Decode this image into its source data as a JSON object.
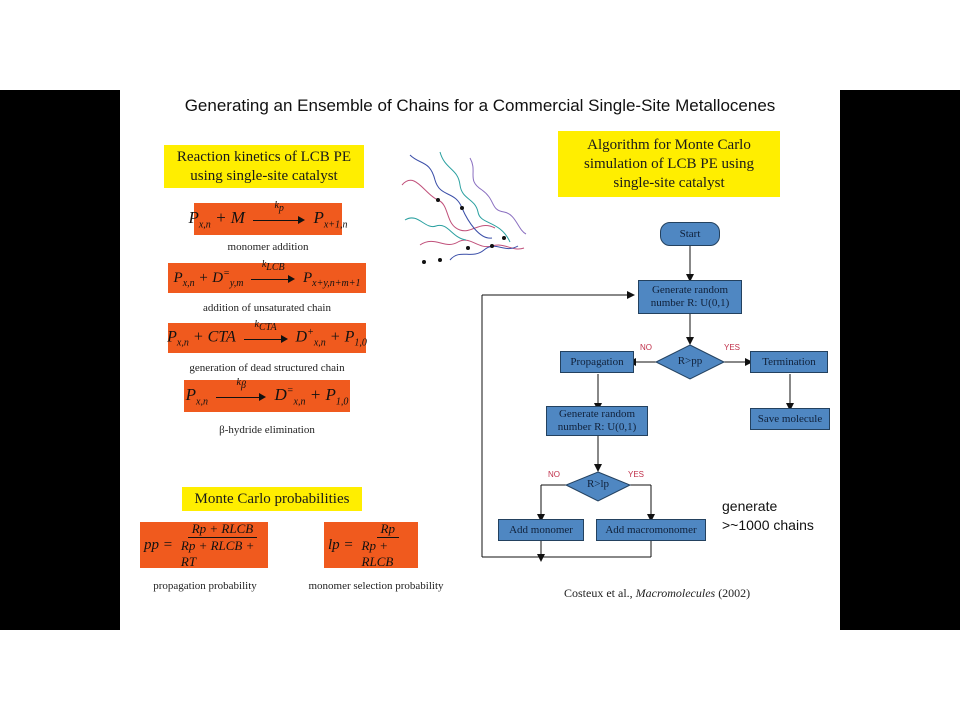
{
  "slide": {
    "title": "Generating an Ensemble of Chains for a Commercial Single-Site Metallocenes"
  },
  "kinetics": {
    "header_line1": "Reaction kinetics of LCB PE",
    "header_line2": "using single-site catalyst",
    "equations": [
      {
        "lhs": "P",
        "lhs_sub": "x,n",
        "plus": "+ M",
        "k": "k",
        "k_sub": "p",
        "rhs": "P",
        "rhs_sub": "x+1,n",
        "caption": "monomer addition"
      },
      {
        "lhs": "P",
        "lhs_sub": "x,n",
        "plus": "+ D",
        "plus_sup": "=",
        "plus_sub": "y,m",
        "k": "k",
        "k_sub": "LCB",
        "rhs": "P",
        "rhs_sub": "x+y,n+m+1",
        "caption": "addition of unsaturated chain"
      },
      {
        "lhs": "P",
        "lhs_sub": "x,n",
        "plus": "+ CTA",
        "k": "k",
        "k_sub": "CTA",
        "rhs": "D",
        "rhs_sup": "+",
        "rhs_sub": "x,n",
        "rhs2": "+ P",
        "rhs2_sub": "1,0",
        "caption": "generation of dead structured chain"
      },
      {
        "lhs": "P",
        "lhs_sub": "x,n",
        "k": "k",
        "k_sub": "β",
        "rhs": "D",
        "rhs_sup": "=",
        "rhs_sub": "x,n",
        "rhs2": "+ P",
        "rhs2_sub": "1,0",
        "caption": "β-hydride elimination"
      }
    ]
  },
  "probabilities": {
    "header": "Monte Carlo probabilities",
    "pp": {
      "name": "pp =",
      "numerator": "Rp + RLCB",
      "denominator": "Rp + RLCB + RT",
      "caption": "propagation probability"
    },
    "lp": {
      "name": "lp =",
      "numerator": "Rp",
      "denominator": "Rp + RLCB",
      "caption": "monomer selection probability"
    }
  },
  "algorithm": {
    "header_line1": "Algorithm for Monte Carlo",
    "header_line2": "simulation of LCB PE using",
    "header_line3": "single-site catalyst",
    "start": "Start",
    "gen1_line1": "Generate random",
    "gen1_line2": "number R: U(0,1)",
    "decision1": "R>pp",
    "no1": "NO",
    "yes1": "YES",
    "propagation": "Propagation",
    "termination": "Termination",
    "save": "Save molecule",
    "gen2_line1": "Generate random",
    "gen2_line2": "number R: U(0,1)",
    "decision2": "R>lp",
    "no2": "NO",
    "yes2": "YES",
    "add_monomer": "Add monomer",
    "add_macromonomer": "Add macromonomer",
    "fill_color": "#4f87c2"
  },
  "note": {
    "line1": "generate",
    "line2": ">~1000 chains"
  },
  "reference": {
    "authors": "Costeux et al., ",
    "journal": "Macromolecules",
    "year": " (2002)"
  },
  "colors": {
    "yellow": "#ffee00",
    "orange": "#f05a1e",
    "flow_blue": "#4f87c2"
  }
}
